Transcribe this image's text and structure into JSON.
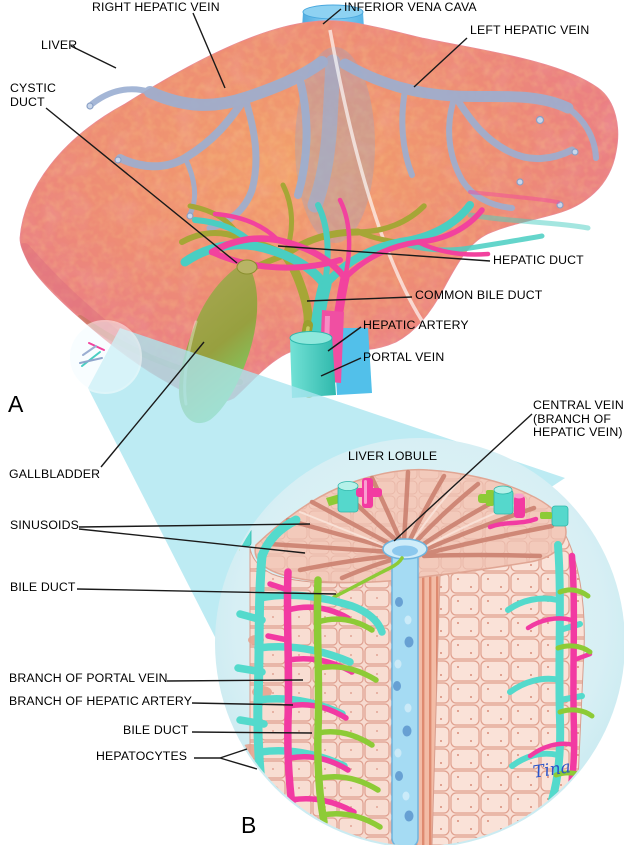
{
  "panel_a": {
    "id": "A",
    "labels": {
      "right_hepatic_vein": "RIGHT HEPATIC VEIN",
      "inferior_vena_cava": "INFERIOR VENA CAVA",
      "left_hepatic_vein": "LEFT HEPATIC VEIN",
      "liver": "LIVER",
      "cystic_duct": "CYSTIC\nDUCT",
      "hepatic_duct": "HEPATIC DUCT",
      "common_bile_duct": "COMMON BILE DUCT",
      "hepatic_artery": "HEPATIC ARTERY",
      "portal_vein": "PORTAL VEIN",
      "gallbladder": "GALLBLADDER"
    }
  },
  "panel_b": {
    "id": "B",
    "labels": {
      "central_vein": "CENTRAL VEIN\n(BRANCH OF\nHEPATIC VEIN)",
      "liver_lobule": "LIVER LOBULE",
      "sinusoids": "SINUSOIDS",
      "bile_duct_upper": "BILE DUCT",
      "branch_of_portal_vein": "BRANCH OF PORTAL VEIN",
      "branch_of_hepatic_artery": "BRANCH OF HEPATIC ARTERY",
      "bile_duct_lower": "BILE DUCT",
      "hepatocytes": "HEPATOCYTES"
    }
  },
  "signature": "Tina",
  "colors": {
    "liver": "#ee8d74",
    "liver_edge": "#e67184",
    "hepatic_vein": "#9bafd2",
    "inferior_vena_cava": "#57b2e4",
    "portal_vein": "#49cec2",
    "hepatic_artery": "#f2429e",
    "bile_duct": "#a6a636",
    "gallbladder_tip": "#76d678",
    "magnifier": "#ade5ef",
    "lobule_circle": "#d7eff4",
    "lobule_tissue": "#f6d5c9",
    "central_vein": "#a5dbf3",
    "lobule_bile_duct": "#8dcb36",
    "leader_line": "#1a1a1a"
  }
}
